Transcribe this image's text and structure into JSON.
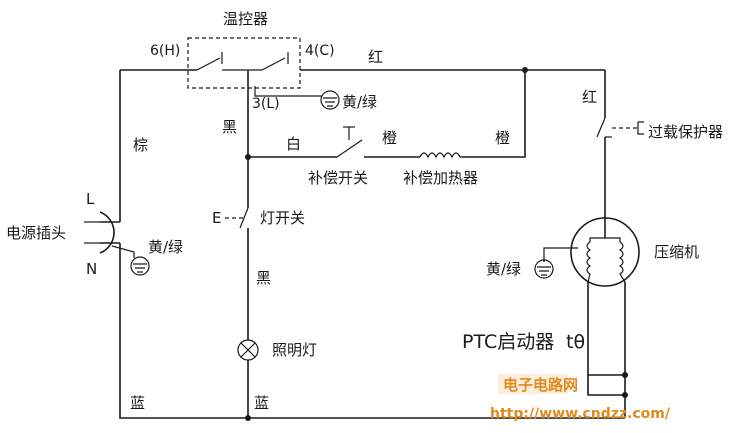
{
  "labels": {
    "thermostat": "温控器",
    "term_h": "6(H)",
    "term_c": "4(C)",
    "term_l": "3(L)",
    "red_top": "红",
    "ground_thermo": "黄/绿",
    "brown": "棕",
    "black_top": "黑",
    "white": "白",
    "orange_switch": "橙",
    "orange_right": "橙",
    "comp_switch": "补偿开关",
    "comp_heater": "补偿加热器",
    "red_right": "红",
    "overload": "过载保护器",
    "plug": "电源插头",
    "plug_l": "L",
    "plug_n": "N",
    "ground_plug": "黄/绿",
    "light_switch_e": "E",
    "light_switch": "灯开关",
    "black_mid": "黑",
    "lamp": "照明灯",
    "blue_left": "蓝",
    "blue_mid": "蓝",
    "compressor": "压缩机",
    "ground_comp": "黄/绿",
    "ptc": "PTC启动器",
    "ptc_symbol": "tθ"
  },
  "watermark": {
    "line1": "电子电路网",
    "line2": "http://www.cndzz.com/"
  },
  "colors": {
    "wire": "#1a1a1a",
    "watermark": "#e08a1c"
  }
}
